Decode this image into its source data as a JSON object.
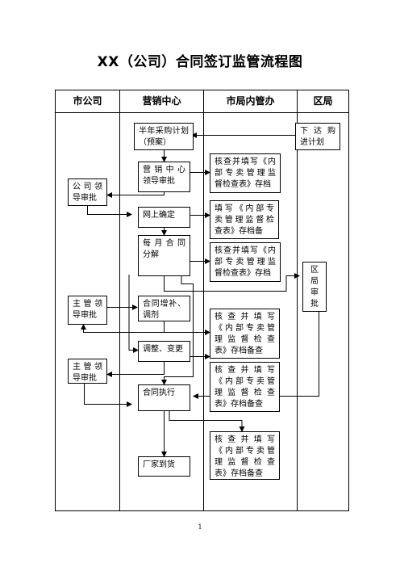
{
  "title": "XX（公司）合同签订监管流程图",
  "page_number": "1",
  "columns": [
    "市公司",
    "营销中心",
    "市局内管办",
    "区局"
  ],
  "nodes": {
    "half_year_plan": [
      "半年采购计划",
      "（预案）"
    ],
    "district_issue_plan": [
      "下 达 购",
      "进计划"
    ],
    "marketing_leader_review": [
      "营 销 中 心",
      "领导审批"
    ],
    "check_fill_1": [
      "核查并填写《内",
      "部专卖管理监",
      "督检查表》存档"
    ],
    "company_leader_review": [
      "公 司 领",
      "导审批"
    ],
    "online_confirm": [
      "网上确定"
    ],
    "fill_form": [
      "填写《内部专",
      "卖管理监督检",
      "查表》存档备"
    ],
    "monthly_split": [
      "每 月 合 同",
      "分解"
    ],
    "check_fill_2": [
      "核查并填写《内",
      "部专卖管理监",
      "督检查表》存档"
    ],
    "district_review": [
      "区",
      "局",
      "审",
      "批"
    ],
    "supervisor_review_1": [
      "主 管 领",
      "导审批"
    ],
    "supplement": [
      "合同增补、",
      "调剂"
    ],
    "check_fill_3": [
      "核 查 并 填 写",
      "《内部专卖管",
      "理 监 督 检 查",
      "表》存档备查"
    ],
    "adjust_change": [
      "调整、变更"
    ],
    "supervisor_review_2": [
      "主 管 领",
      "导审批"
    ],
    "check_fill_4": [
      "核 查 并 填 写",
      "《内部专卖管",
      "理 监 督 检 查",
      "表》存档备查"
    ],
    "contract_exec": [
      "合同执行"
    ],
    "check_fill_5": [
      "核 查 并 填 写",
      "《内部专卖管",
      "理 监 督 检 查",
      "表》存档备查"
    ],
    "factory_arrival": [
      "厂家到货"
    ]
  }
}
